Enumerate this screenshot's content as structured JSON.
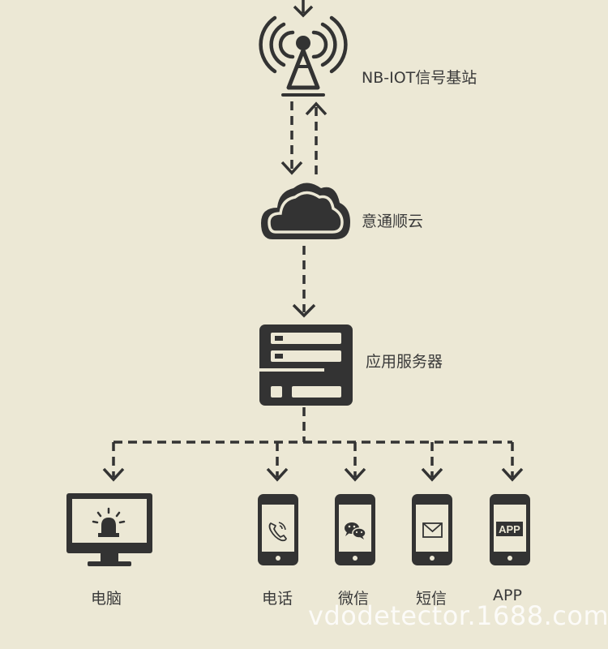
{
  "nodes": {
    "base_station": "NB-IOT信号基站",
    "cloud": "意通顺云",
    "server": "应用服务器"
  },
  "endpoints": {
    "pc": "电脑",
    "phone": "电话",
    "wechat": "微信",
    "sms": "短信",
    "app": "APP"
  },
  "app_icon_text": "APP",
  "watermark": "vdodetector.1688.com",
  "colors": {
    "background": "#ece8d5",
    "dark": "#333333"
  }
}
